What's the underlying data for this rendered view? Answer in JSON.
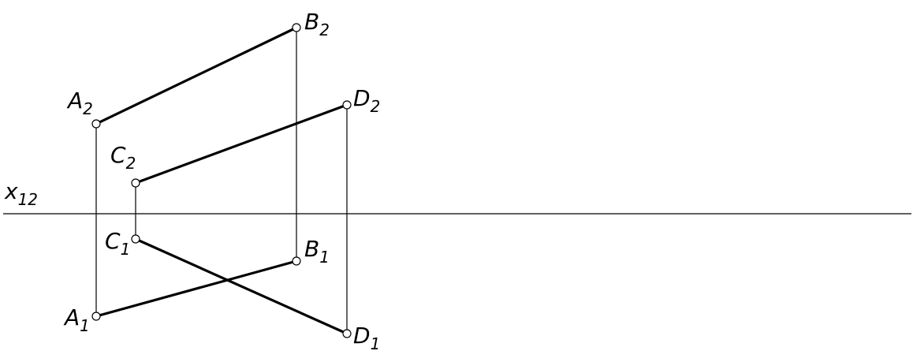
{
  "axis": {
    "letter": "x",
    "subscript": "12"
  },
  "points": {
    "A2": {
      "letter": "A",
      "sub": "2"
    },
    "B2": {
      "letter": "B",
      "sub": "2"
    },
    "C2": {
      "letter": "C",
      "sub": "2"
    },
    "D2": {
      "letter": "D",
      "sub": "2"
    },
    "A1": {
      "letter": "A",
      "sub": "1"
    },
    "B1": {
      "letter": "B",
      "sub": "1"
    },
    "C1": {
      "letter": "C",
      "sub": "1"
    },
    "D1": {
      "letter": "D",
      "sub": "1"
    }
  },
  "segments": [
    {
      "name": "segment-a2-b2",
      "from": "A2",
      "to": "B2"
    },
    {
      "name": "segment-c2-d2",
      "from": "C2",
      "to": "D2"
    },
    {
      "name": "segment-a1-b1",
      "from": "A1",
      "to": "B1"
    },
    {
      "name": "segment-c1-d1",
      "from": "C1",
      "to": "D1"
    }
  ],
  "projection_links": [
    {
      "name": "link-a",
      "from": "A2",
      "to": "A1"
    },
    {
      "name": "link-b",
      "from": "B2",
      "to": "B1"
    },
    {
      "name": "link-c",
      "from": "C2",
      "to": "C1"
    },
    {
      "name": "link-d",
      "from": "D2",
      "to": "D1"
    }
  ]
}
